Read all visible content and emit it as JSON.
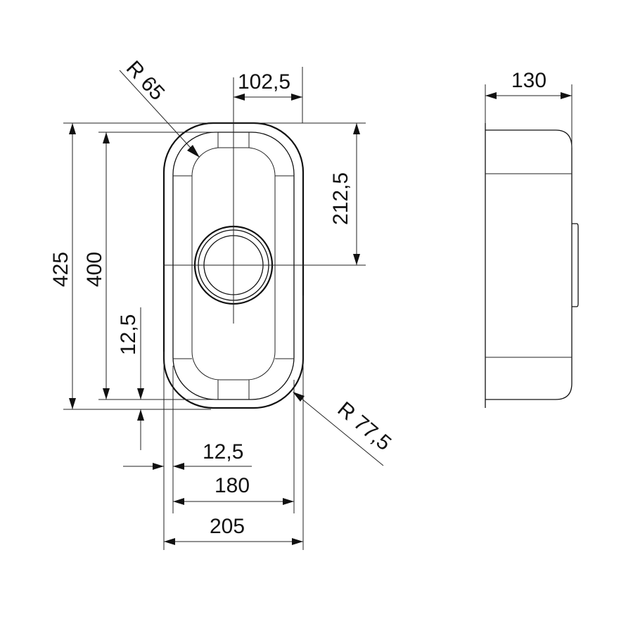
{
  "drawing": {
    "top_view": {
      "radius_inner_label": "R 65",
      "offset_center_label": "102,5",
      "drain_position_label": "212,5",
      "outer_length_label": "425",
      "inner_length_label": "400",
      "flange_bottom_label": "12,5",
      "flange_side_label": "12,5",
      "inner_width_label": "180",
      "outer_width_label": "205",
      "radius_outer_label": "R 77,5"
    },
    "side_view": {
      "depth_label": "130"
    }
  },
  "colors": {
    "line": "#111111",
    "background": "#ffffff"
  }
}
